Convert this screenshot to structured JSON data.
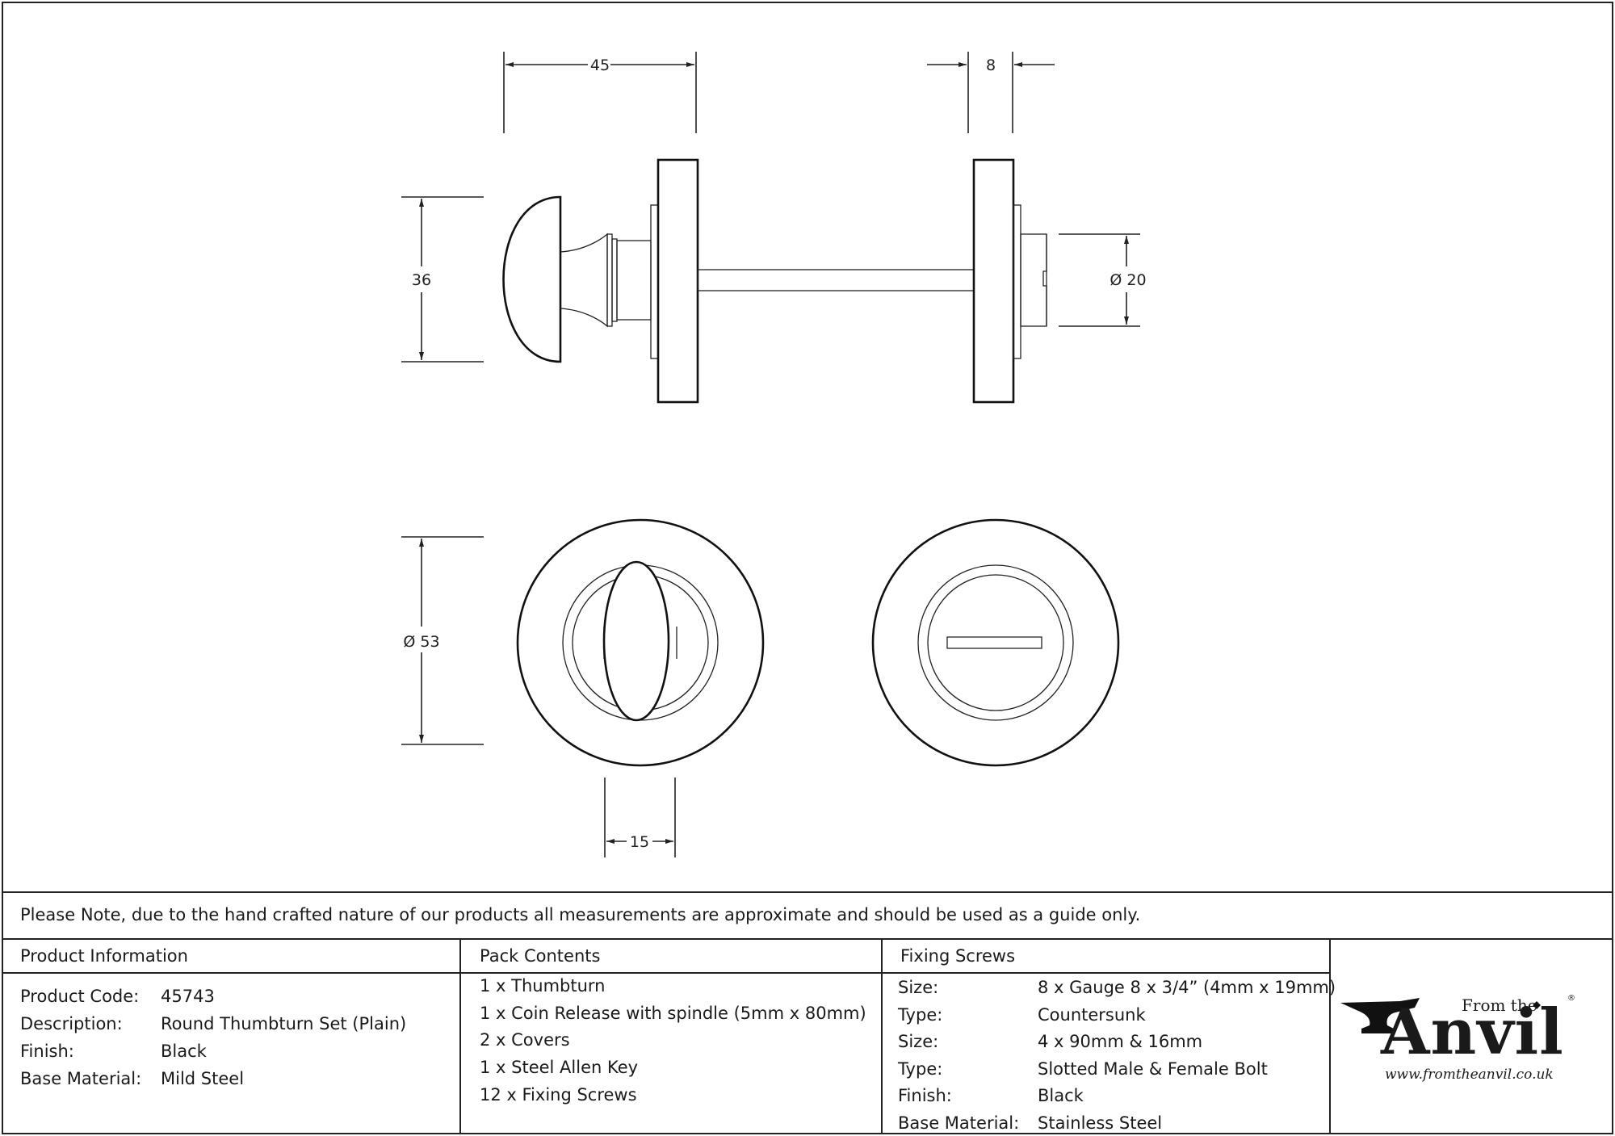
{
  "dimensions": {
    "width_knob": "45",
    "width_plate": "8",
    "height_knob": "36",
    "bolt_diameter": "Ø 20",
    "rose_diameter": "Ø 53",
    "turn_width": "15"
  },
  "note": "Please Note, due to the hand crafted nature of our products all measurements are approximate and should be used as a guide only.",
  "product_information": {
    "heading": "Product Information",
    "rows": [
      {
        "label": "Product Code:",
        "value": "45743"
      },
      {
        "label": "Description:",
        "value": "Round Thumbturn Set (Plain)"
      },
      {
        "label": "Finish:",
        "value": "Black"
      },
      {
        "label": "Base Material:",
        "value": "Mild Steel"
      }
    ]
  },
  "pack_contents": {
    "heading": "Pack Contents",
    "items": [
      "1 x Thumbturn",
      "1 x Coin Release with spindle (5mm x 80mm)",
      "2 x Covers",
      "1 x Steel Allen Key",
      "12 x Fixing Screws"
    ]
  },
  "fixing_screws": {
    "heading": "Fixing Screws",
    "rows": [
      {
        "label": "Size:",
        "value": "8 x Gauge 8 x 3/4” (4mm x 19mm)"
      },
      {
        "label": "Type:",
        "value": "Countersunk"
      },
      {
        "label": "Size:",
        "value": "4 x 90mm & 16mm"
      },
      {
        "label": "Type:",
        "value": "Slotted Male & Female Bolt"
      },
      {
        "label": "Finish:",
        "value": "Black"
      },
      {
        "label": "Base Material:",
        "value": "Stainless Steel"
      }
    ]
  },
  "logo": {
    "from_the": "From the",
    "registered": "®",
    "brand": "Anvil",
    "url": "www.fromtheanvil.co.uk"
  }
}
